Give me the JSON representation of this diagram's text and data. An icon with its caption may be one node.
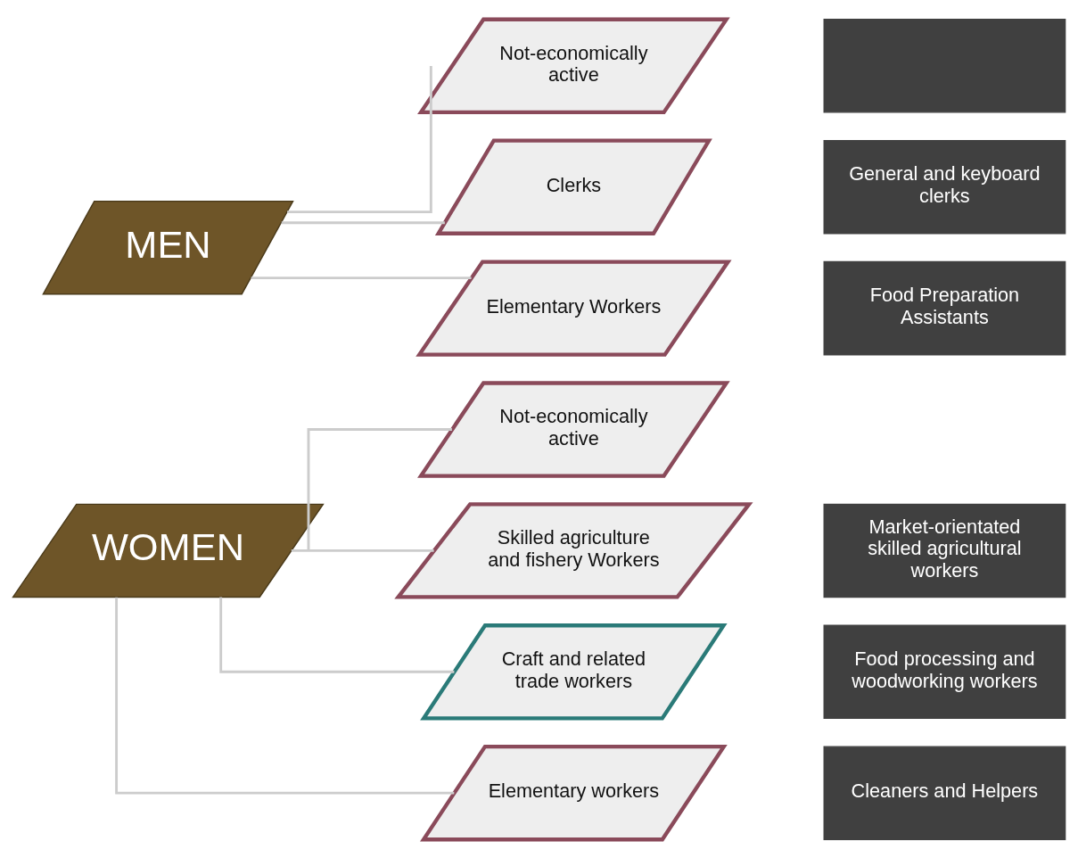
{
  "diagram": {
    "nodes": [
      {
        "text": [
          "MEN"
        ]
      },
      {
        "text": [
          "Not-economically active"
        ]
      },
      {
        "text": [],
        "shape": "box"
      },
      {
        "text": [
          "Clerks"
        ]
      },
      {
        "text": [
          "General and keyboard clerks"
        ]
      },
      {
        "text": [
          "Elementary Workers"
        ]
      },
      {
        "text": [
          "Food Preparation Assistants"
        ]
      },
      {
        "text": [
          "WOMEN"
        ]
      },
      {
        "text": [
          "Not-economically active"
        ]
      },
      {
        "text": [
          "Skilled agriculture and fishery Workers"
        ]
      },
      {
        "text": [
          "Market-orientated skilled agricultural workers"
        ]
      },
      {
        "text": [
          "Craft and related trade workers"
        ]
      },
      {
        "text": [
          "Food processing and woodworking workers"
        ]
      },
      {
        "text": [
          "Elementary workers"
        ]
      },
      {
        "text": [
          "Cleaners and Helpers"
        ]
      }
    ],
    "edges": [
      {
        "from": 0,
        "to": 1,
        "arrow": "none"
      },
      {
        "from": 0,
        "to": 3,
        "arrow": "none"
      },
      {
        "from": 0,
        "to": 5,
        "arrow": "none"
      },
      {
        "from": 7,
        "to": 8,
        "arrow": "none"
      },
      {
        "from": 7,
        "to": 9,
        "arrow": "none"
      },
      {
        "from": 7,
        "to": 11,
        "arrow": "none"
      },
      {
        "from": 7,
        "to": 13,
        "arrow": "none"
      }
    ]
  }
}
